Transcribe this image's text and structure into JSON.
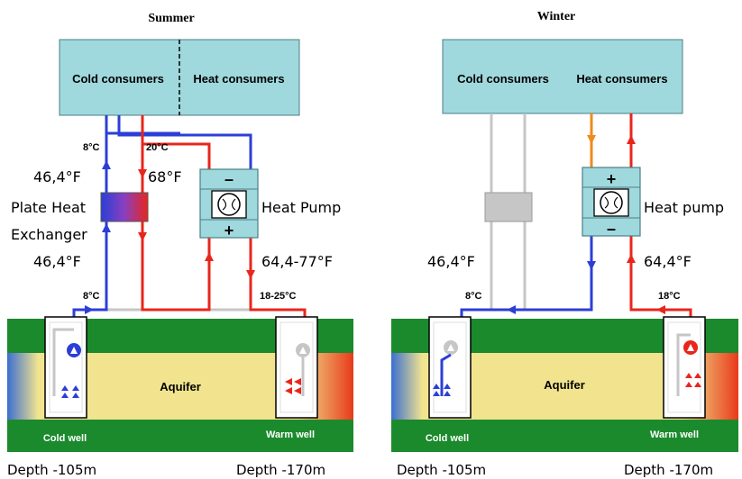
{
  "summer": {
    "title": "Summer",
    "cold_consumers": "Cold consumers",
    "heat_consumers": "Heat consumers",
    "temp_8c_top": "8°C",
    "temp_20c": "20°C",
    "f_46_top": "46,4°F",
    "f_68": "68°F",
    "plate_line1": "Plate Heat",
    "plate_line2": "Exchanger",
    "heat_pump": "Heat Pump",
    "f_46_bottom": "46,4°F",
    "f_64_77": "64,4-77°F",
    "temp_8c_bottom": "8°C",
    "temp_18_25": "18-25°C",
    "aquifer": "Aquifer",
    "cold_well": "Cold well",
    "warm_well": "Warm well",
    "depth_cold": "Depth -105m",
    "depth_warm": "Depth -170m"
  },
  "winter": {
    "title": "Winter",
    "cold_consumers": "Cold consumers",
    "heat_consumers": "Heat consumers",
    "heat_pump": "Heat pump",
    "f_46": "46,4°F",
    "f_64": "64,4°F",
    "temp_8c": "8°C",
    "temp_18c": "18°C",
    "aquifer": "Aquifer",
    "cold_well": "Cold well",
    "warm_well": "Warm well",
    "depth_cold": "Depth -105m",
    "depth_warm": "Depth -170m"
  },
  "colors": {
    "consumer_box": "#9fd8dd",
    "green": "#1b8a2c",
    "aquifer_yellow": "#f2e48f",
    "cold_pipe": "#2b3fd6",
    "warm_pipe": "#e8261c",
    "grey_pipe": "#c6c6c6",
    "orange_pipe": "#ef8a1e"
  }
}
